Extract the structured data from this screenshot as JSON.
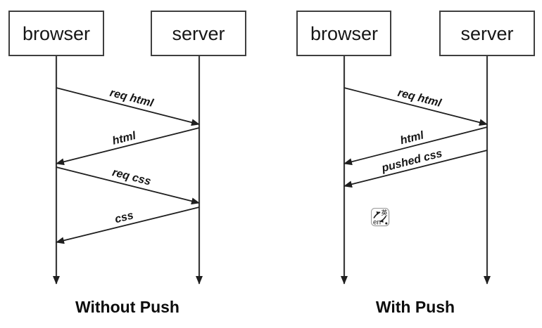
{
  "colors": {
    "background": "#ffffff",
    "line": "#1f1f1f",
    "box_border": "#3f3f3f",
    "text": "#141414"
  },
  "diagrams": [
    {
      "title": "Without Push",
      "actors": [
        {
          "label": "browser"
        },
        {
          "label": "server"
        }
      ],
      "messages": [
        {
          "label": "req html",
          "from": "browser",
          "to": "server"
        },
        {
          "label": "html",
          "from": "server",
          "to": "browser"
        },
        {
          "label": "req css",
          "from": "browser",
          "to": "server"
        },
        {
          "label": "css",
          "from": "server",
          "to": "browser"
        }
      ]
    },
    {
      "title": "With Push",
      "actors": [
        {
          "label": "browser"
        },
        {
          "label": "server"
        }
      ],
      "messages": [
        {
          "label": "req html",
          "from": "browser",
          "to": "server"
        },
        {
          "label": "html",
          "from": "server",
          "to": "browser"
        },
        {
          "label": "pushed css",
          "from": "server",
          "to": "browser"
        }
      ]
    }
  ],
  "overlay": {
    "translate_icon": {
      "source_lang": "en",
      "target_lang": "英"
    }
  }
}
